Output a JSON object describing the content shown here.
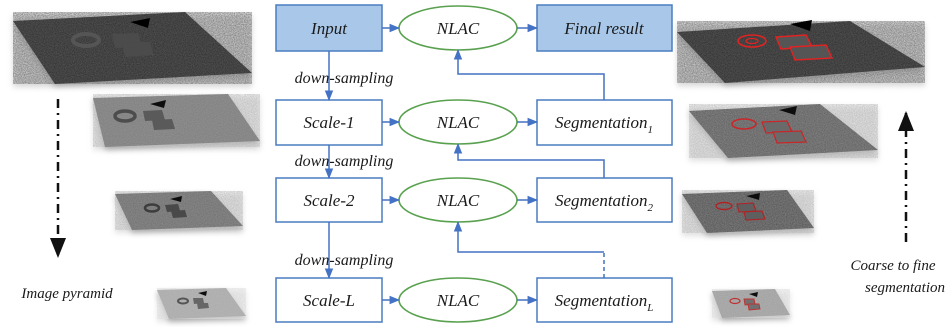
{
  "flow": {
    "input": "Input",
    "nlac": "NLAC",
    "final_result": "Final result",
    "scales": [
      "Scale-1",
      "Scale-2",
      "Scale-L"
    ],
    "down_sampling": "down-sampling",
    "segmentation_base": "Segmentation",
    "segmentation_subscripts": [
      "1",
      "2",
      "L"
    ]
  },
  "side_labels": {
    "left": "Image pyramid",
    "right_line1": "Coarse to fine",
    "right_line2": "segmentation"
  },
  "colors": {
    "box_fill_top": "#a9c8e9",
    "box_stroke": "#4a7dc0",
    "ellipse_stroke": "#59a14f",
    "arrow": "#4472c4",
    "segmentation_outline": "#e02424"
  }
}
